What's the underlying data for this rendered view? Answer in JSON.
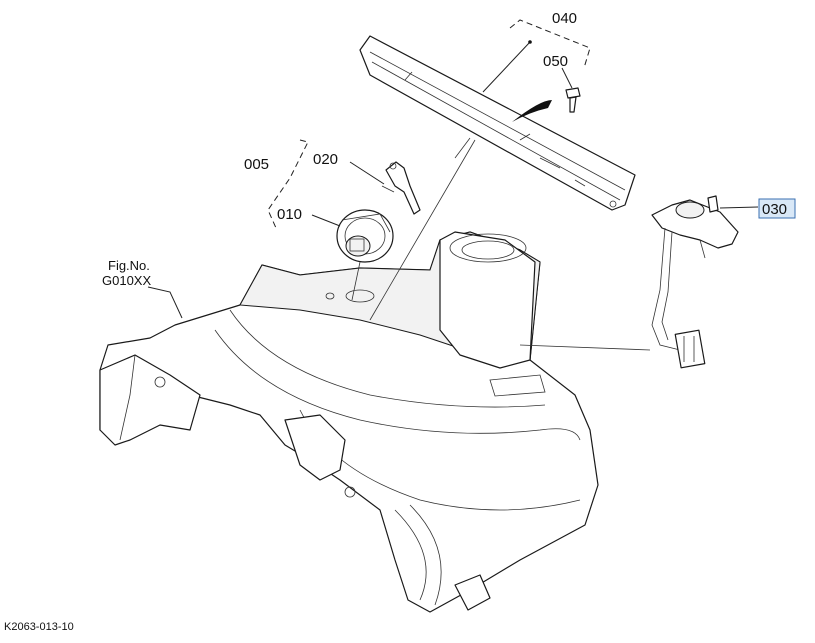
{
  "callouts": {
    "c040": "040",
    "c050": "050",
    "c005": "005",
    "c020": "020",
    "c010": "010",
    "c030": "030"
  },
  "highlighted_callout": "030",
  "figure_ref": {
    "line1": "Fig.No.",
    "line2": "G010XX"
  },
  "diagram_code": "K2063-013-10",
  "colors": {
    "highlight_fill": "#d9e8f7",
    "highlight_stroke": "#3a6fb0",
    "line": "#1a1a1a"
  }
}
